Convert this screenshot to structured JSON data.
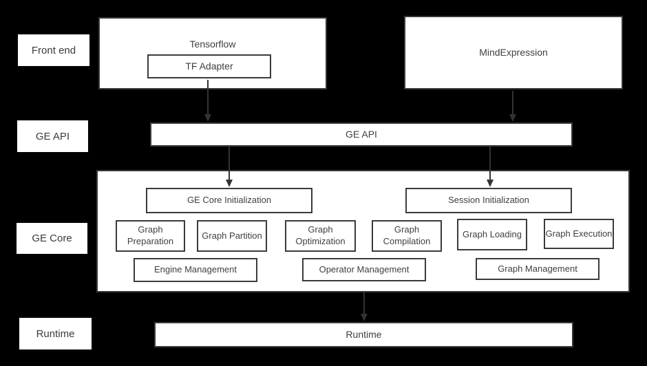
{
  "diagram": {
    "background_color": "#000000",
    "box_fill_color": "#ffffff",
    "border_color": "#3a3a3a",
    "text_color": "#3f3f3f",
    "arrow_color": "#333333"
  },
  "row_labels": {
    "front_end": "Front end",
    "ge_api": "GE API",
    "ge_core": "GE Core",
    "runtime": "Runtime"
  },
  "front_end": {
    "tensorflow_title": "Tensorflow",
    "tf_adapter": "TF Adapter",
    "mind_expression": "MindExpression"
  },
  "ge_api_bar": {
    "label": "GE API"
  },
  "ge_core": {
    "init_left": "GE Core Initialization",
    "init_right": "Session Initialization",
    "modules": [
      "Graph Preparation",
      "Graph Partition",
      "Graph Optimization",
      "Graph Compilation",
      "Graph Loading",
      "Graph Execution"
    ],
    "management": [
      "Engine Management",
      "Operator Management",
      "Graph Management"
    ]
  },
  "runtime_bar": {
    "label": "Runtime"
  }
}
